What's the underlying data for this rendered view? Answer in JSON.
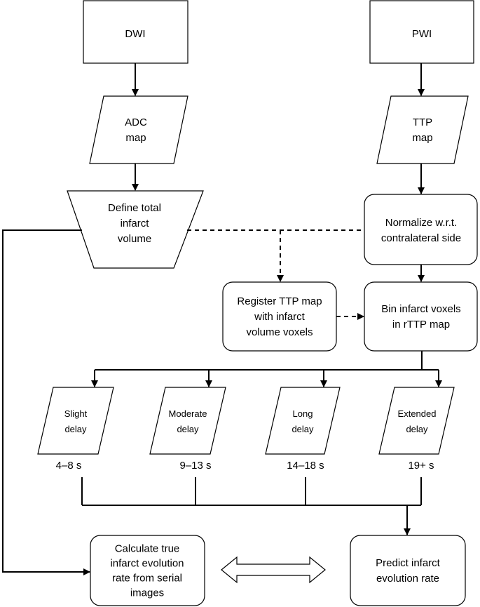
{
  "nodes": {
    "dwi": {
      "lines": [
        "DWI"
      ]
    },
    "pwi": {
      "lines": [
        "PWI"
      ]
    },
    "adc": {
      "lines": [
        "ADC",
        "map"
      ]
    },
    "ttp": {
      "lines": [
        "TTP",
        "map"
      ]
    },
    "define": {
      "lines": [
        "Define total",
        "infarct",
        "volume"
      ]
    },
    "normalize": {
      "lines": [
        "Normalize w.r.t.",
        "contralateral side"
      ]
    },
    "register": {
      "lines": [
        "Register TTP map",
        "with infarct",
        "volume voxels"
      ]
    },
    "bin": {
      "lines": [
        "Bin infarct voxels",
        "in rTTP map"
      ]
    },
    "slight": {
      "lines": [
        "Slight",
        "delay"
      ],
      "range": "4–8 s"
    },
    "moderate": {
      "lines": [
        "Moderate",
        "delay"
      ],
      "range": "9–13 s"
    },
    "long": {
      "lines": [
        "Long",
        "delay"
      ],
      "range": "14–18 s"
    },
    "extended": {
      "lines": [
        "Extended",
        "delay"
      ],
      "range": "19+ s"
    },
    "calculate": {
      "lines": [
        "Calculate true",
        "infarct evolution",
        "rate from serial",
        "images"
      ]
    },
    "predict": {
      "lines": [
        "Predict infarct",
        "evolution rate"
      ]
    }
  }
}
